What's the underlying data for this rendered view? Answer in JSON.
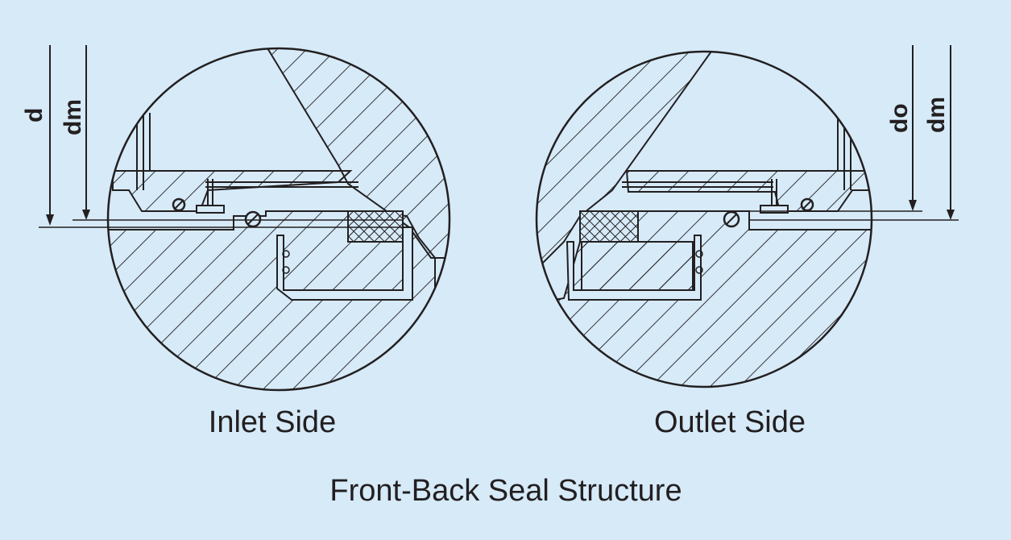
{
  "colors": {
    "background": "#d6eaf8",
    "ink": "#231f20"
  },
  "diagram": {
    "title": "Front-Back Seal Structure",
    "inlet": {
      "caption": "Inlet Side",
      "dim_d_label": "d",
      "dim_dm_label": "dm"
    },
    "outlet": {
      "caption": "Outlet Side",
      "dim_do_label": "do",
      "dim_dm_label": "dm"
    }
  }
}
